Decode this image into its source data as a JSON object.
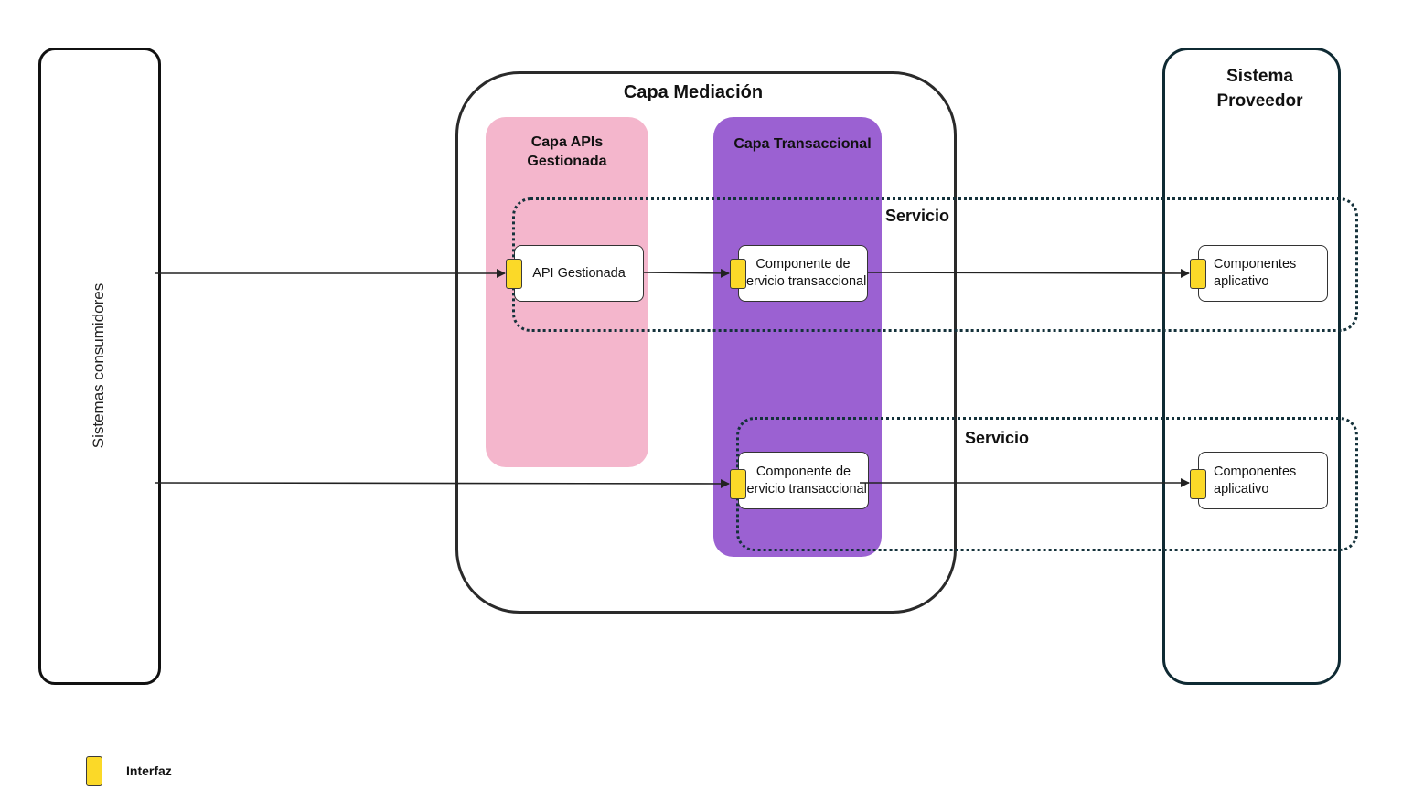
{
  "consumers": {
    "label": "Sistemas consumidores"
  },
  "mediation": {
    "title": "Capa Mediación",
    "apis_layer": {
      "title": "Capa APIs Gestionada"
    },
    "transactional_layer": {
      "title": "Capa Transaccional"
    }
  },
  "provider": {
    "title": "Sistema Proveedor"
  },
  "services": [
    {
      "label": "Servicio"
    },
    {
      "label": "Servicio"
    }
  ],
  "components": {
    "api_gestionada": "API Gestionada",
    "transactional_1": "Componente de servicio transaccional",
    "transactional_2": "Componente de servicio transaccional",
    "app_1": "Componentes aplicativo",
    "app_2": "Componentes aplicativo"
  },
  "legend": {
    "interface_label": "Interfaz"
  },
  "colors": {
    "api_layer": "#f4b6cc",
    "transactional_layer": "#9b61d2",
    "interface": "#fbd928",
    "service_border": "#15323b"
  }
}
